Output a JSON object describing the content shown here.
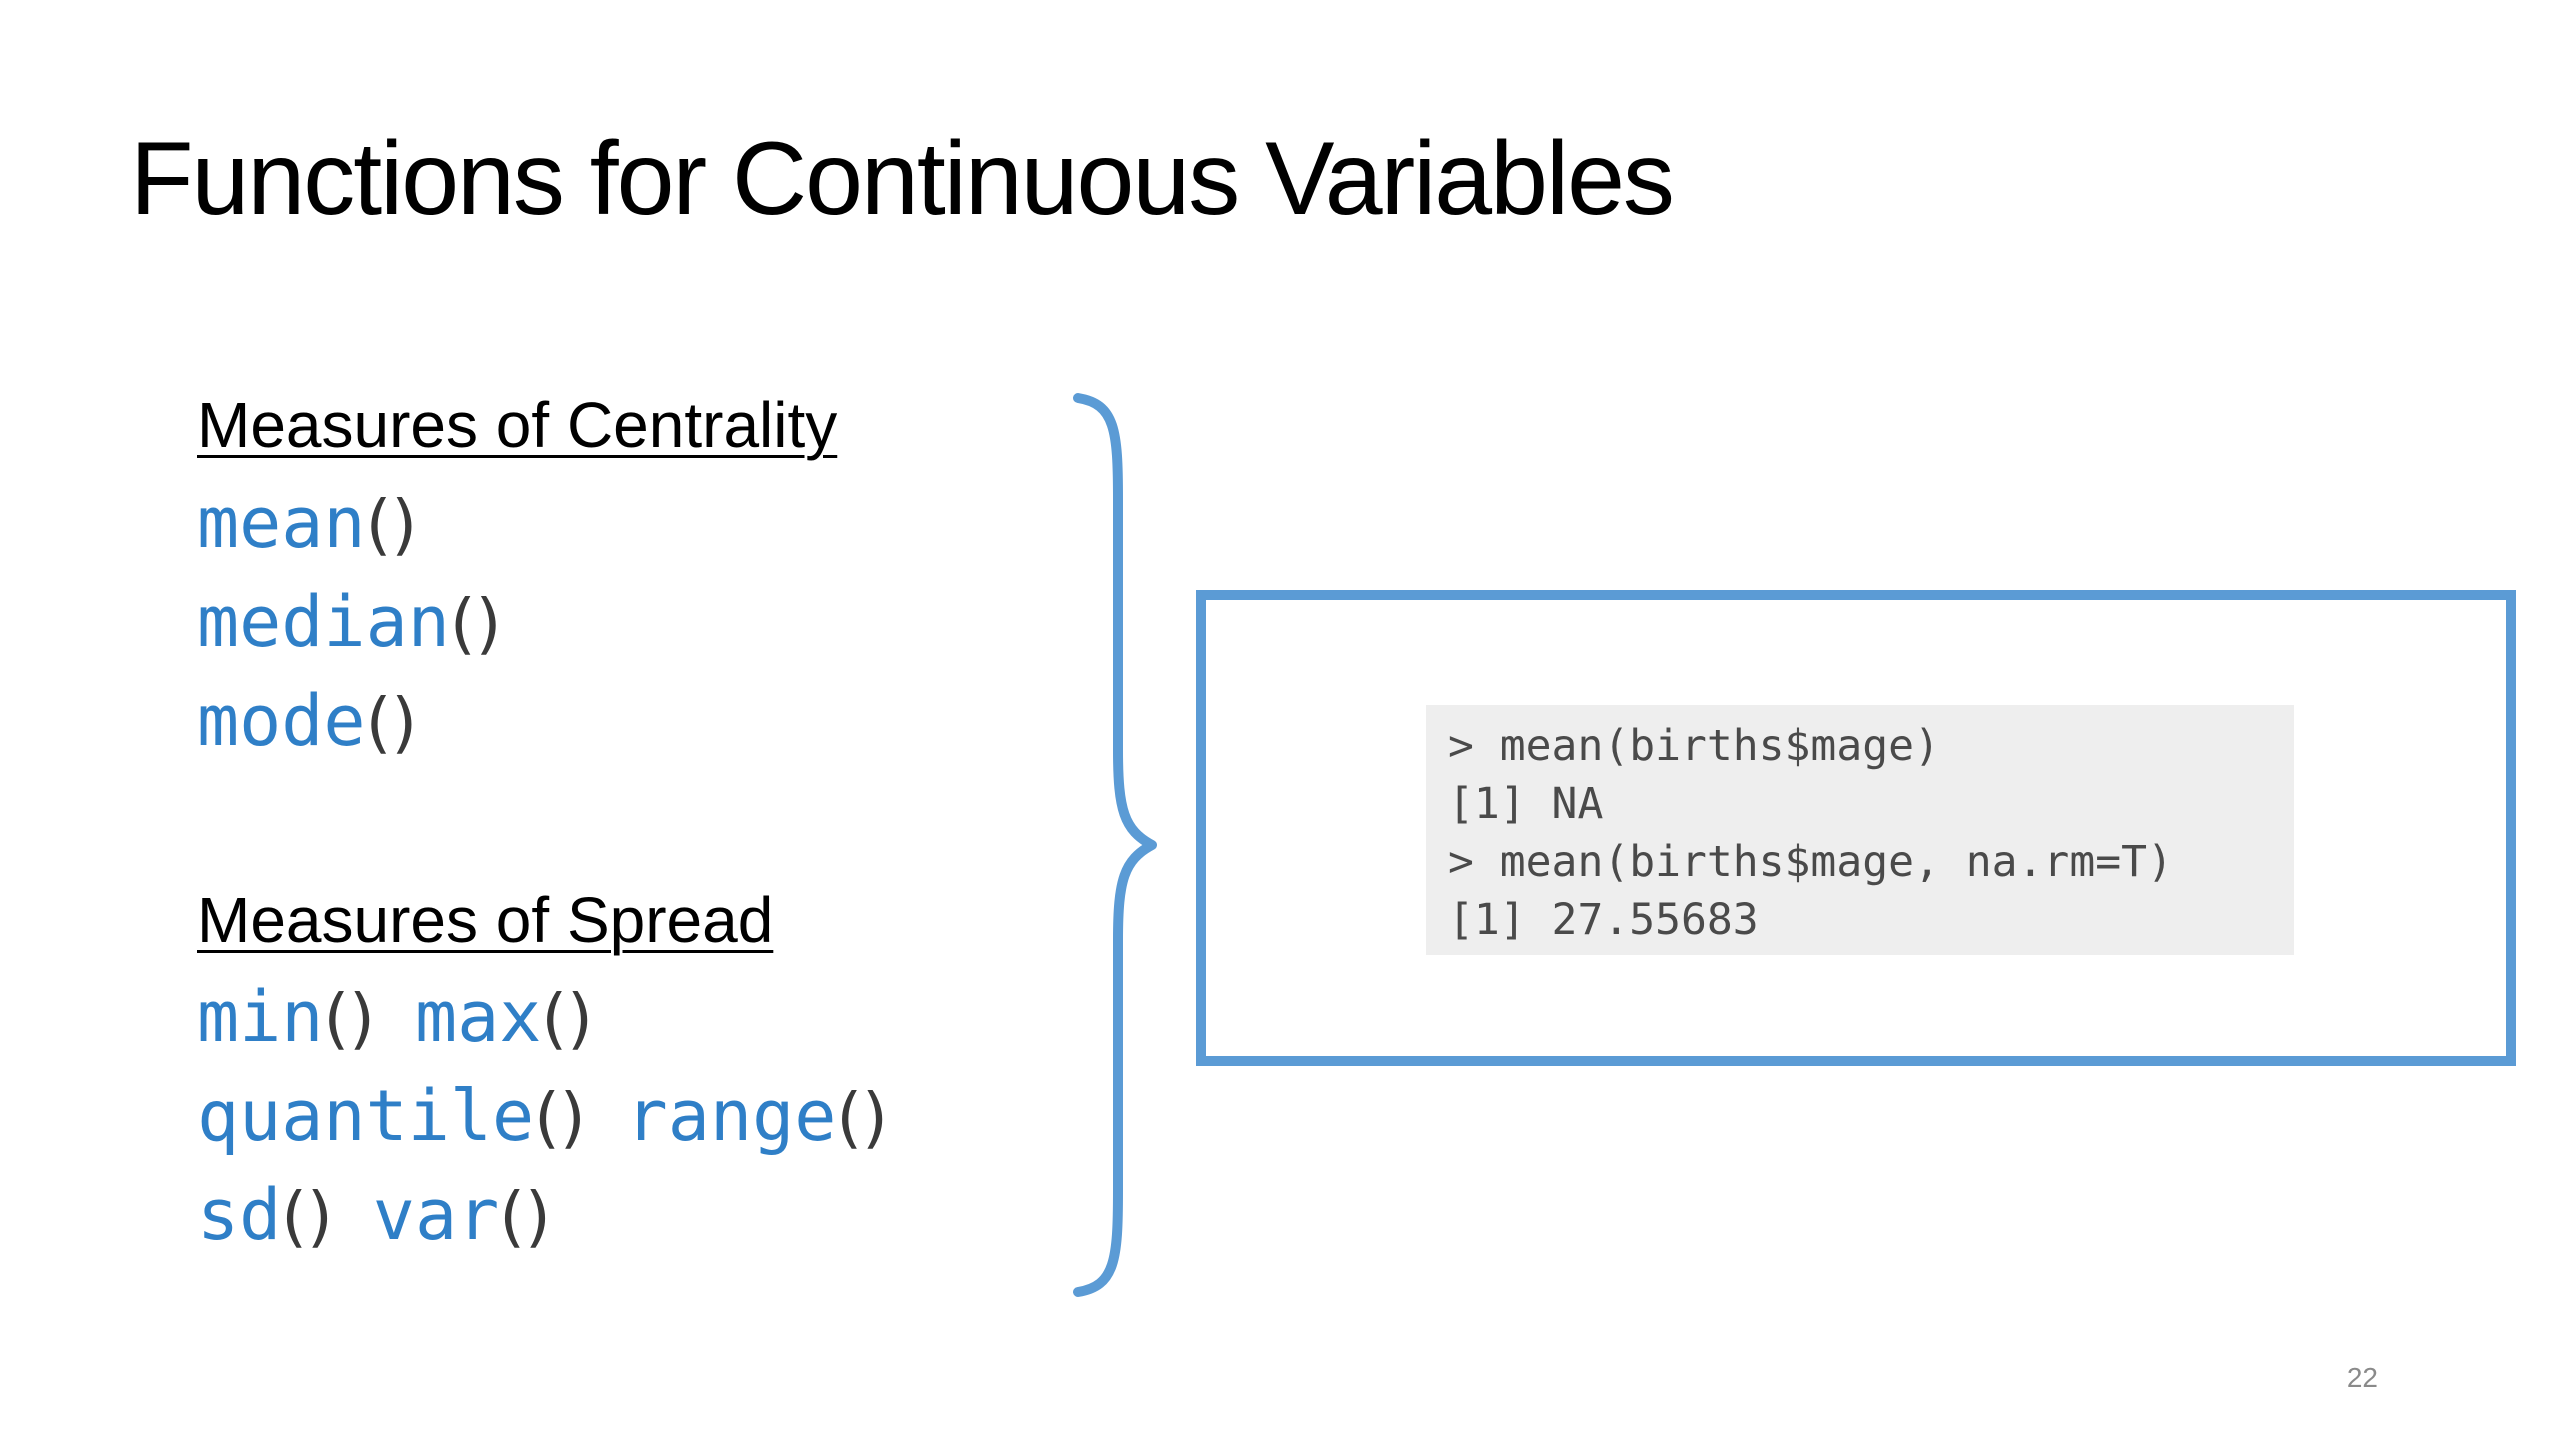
{
  "slide": {
    "title": "Functions for Continuous Variables",
    "page_number": "22"
  },
  "centrality": {
    "heading": "Measures of Centrality",
    "functions": [
      {
        "name": "mean",
        "paren": "()"
      },
      {
        "name": "median",
        "paren": "()"
      },
      {
        "name": "mode",
        "paren": "()"
      }
    ]
  },
  "spread": {
    "heading": "Measures of Spread",
    "lines": [
      [
        {
          "name": "min",
          "paren": "()"
        },
        {
          "name": "max",
          "paren": "()"
        }
      ],
      [
        {
          "name": "quantile",
          "paren": "()"
        },
        {
          "name": "range",
          "paren": "()"
        }
      ],
      [
        {
          "name": "sd",
          "paren": "()"
        },
        {
          "name": "var",
          "paren": "()"
        }
      ]
    ]
  },
  "console": {
    "lines": [
      "> mean(births$mage)",
      "[1] NA",
      "> mean(births$mage, na.rm=T)",
      "[1] 27.55683"
    ]
  },
  "colors": {
    "function_blue": "#2f7fc7",
    "accent_blue": "#5b9bd5",
    "code_background": "#eeeeee"
  },
  "icons": {
    "brace": "right-curly-brace-icon"
  }
}
